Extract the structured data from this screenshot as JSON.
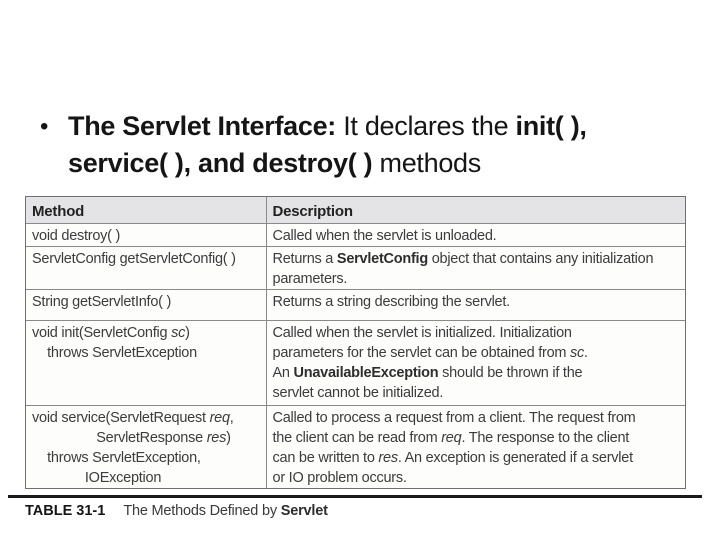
{
  "slide": {
    "bullet_char": "•",
    "title_rich": "**The Servlet Interface:** It declares the **init( ),**\n**service( ), and destroy( )** methods"
  },
  "table": {
    "headers": [
      "Method",
      "Description"
    ],
    "rows": [
      {
        "method": "void destroy( )",
        "description": "Called when the servlet is unloaded."
      },
      {
        "method": "ServletConfig getServletConfig( )",
        "description": "Returns a **ServletConfig** object that contains any initialization\nparameters."
      },
      {
        "method": "String getServletInfo( )",
        "description": "Returns a string describing the servlet."
      },
      {
        "method": "void init(ServletConfig *sc*)\n    throws ServletException",
        "description": "Called when the servlet is initialized. Initialization\nparameters for the servlet can be obtained from *sc*.\nAn **UnavailableException** should be thrown if the\nservlet cannot be initialized."
      },
      {
        "method": "void service(ServletRequest *req*,\n                 ServletResponse *res*)\n    throws ServletException,\n              IOException",
        "description": "Called to process a request from a client. The request from\nthe client can be read from *req*. The response to the client\ncan be written to *res*. An exception is generated if a servlet\nor IO problem occurs."
      }
    ]
  },
  "caption": {
    "label": "TABLE 31-1",
    "text_rich": "The Methods Defined by **Servlet**"
  }
}
